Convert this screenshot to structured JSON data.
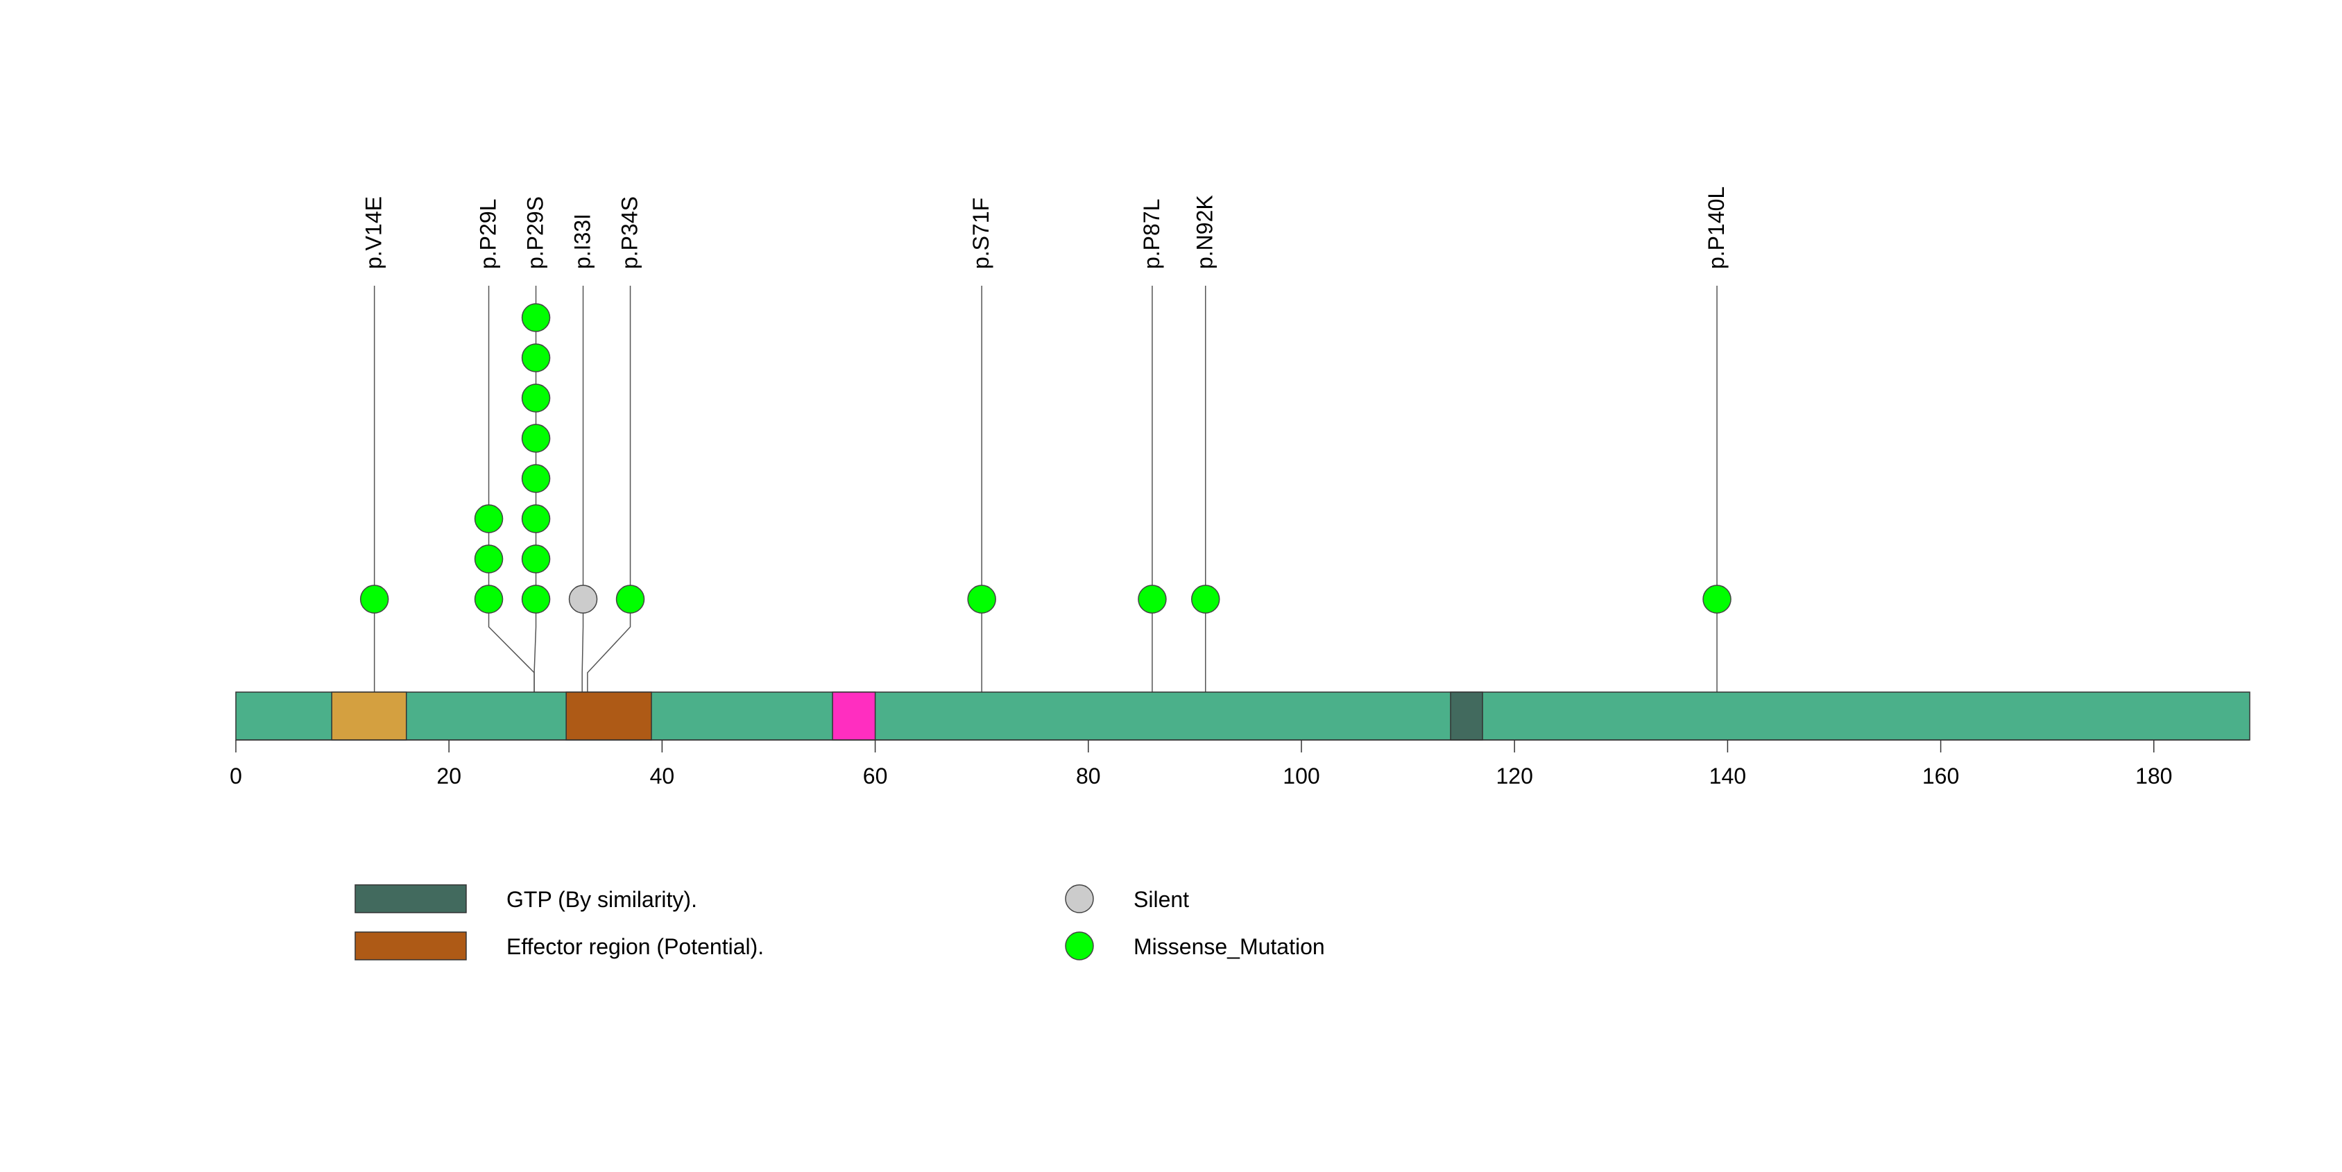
{
  "chart_data": {
    "type": "lollipop",
    "protein_length": 189,
    "x_axis": {
      "range": [
        0,
        189
      ],
      "ticks": [
        0,
        20,
        40,
        60,
        80,
        100,
        120,
        140,
        160,
        180
      ],
      "tick_labels": [
        "0",
        "20",
        "40",
        "60",
        "80",
        "100",
        "120",
        "140",
        "160",
        "180"
      ]
    },
    "backbone_color": "#4BB08A",
    "domains": [
      {
        "start": 9,
        "end": 16,
        "color": "#D4A040",
        "in_legend": false
      },
      {
        "start": 31,
        "end": 39,
        "color": "#AE5A16",
        "in_legend": true
      },
      {
        "start": 56,
        "end": 60,
        "color": "#FF2EC0",
        "in_legend": false
      },
      {
        "start": 114,
        "end": 117,
        "color": "#426A5E",
        "in_legend": true
      }
    ],
    "mutations": [
      {
        "label": "p.V14E",
        "position": 13,
        "count": 1,
        "type": "Missense_Mutation"
      },
      {
        "label": "p.P29L",
        "position": 28,
        "count": 3,
        "type": "Missense_Mutation"
      },
      {
        "label": "p.P29S",
        "position": 28,
        "count": 8,
        "type": "Missense_Mutation"
      },
      {
        "label": "p.I33I",
        "position": 32.5,
        "count": 1,
        "type": "Silent"
      },
      {
        "label": "p.P34S",
        "position": 33,
        "count": 1,
        "type": "Missense_Mutation"
      },
      {
        "label": "p.S71F",
        "position": 70,
        "count": 1,
        "type": "Missense_Mutation"
      },
      {
        "label": "p.P87L",
        "position": 86,
        "count": 1,
        "type": "Missense_Mutation"
      },
      {
        "label": "p.N92K",
        "position": 91,
        "count": 1,
        "type": "Missense_Mutation"
      },
      {
        "label": "p.P140L",
        "position": 139,
        "count": 1,
        "type": "Missense_Mutation"
      }
    ],
    "legend": {
      "domains": [
        {
          "label": "GTP (By similarity).",
          "color": "#426A5E"
        },
        {
          "label": "Effector region (Potential).",
          "color": "#AE5A16"
        }
      ],
      "mutation_types": [
        {
          "label": "Silent",
          "color": "#CCCCCC"
        },
        {
          "label": "Missense_Mutation",
          "color": "#00FF00"
        }
      ]
    }
  }
}
